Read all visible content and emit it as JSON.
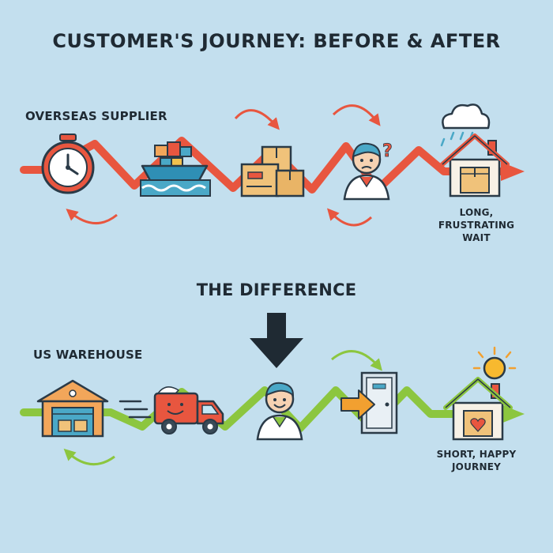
{
  "title": "CUSTOMER'S JOURNEY: BEFORE & AFTER",
  "before": {
    "label": "OVERSEAS SUPPLIER",
    "result_line1": "LONG, FRUSTRATING",
    "result_line2": "WAIT"
  },
  "difference": "THE DIFFERENCE",
  "after": {
    "label": "US WAREHOUSE",
    "result_line1": "SHORT, HAPPY",
    "result_line2": "JOURNEY"
  },
  "colors": {
    "background": "#c3dfee",
    "before_path": "#e8563f",
    "after_path": "#8cc63f",
    "outline": "#2a3a47",
    "text": "#1f2a33"
  },
  "icons": [
    "stopwatch-icon",
    "cargo-ship-icon",
    "boxes-icon",
    "confused-person-icon",
    "house-package-icon",
    "rain-cloud-icon",
    "warehouse-icon",
    "delivery-truck-icon",
    "happy-person-icon",
    "door-arrow-icon",
    "house-heart-icon",
    "sun-icon",
    "down-arrow-icon"
  ]
}
